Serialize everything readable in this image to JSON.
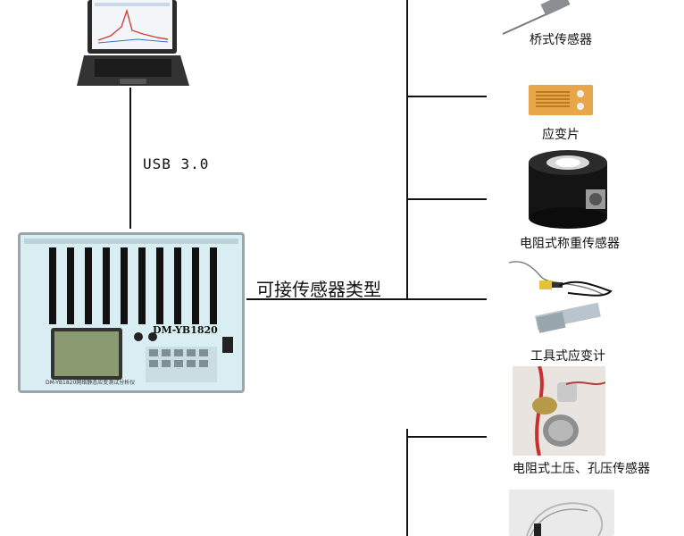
{
  "diagram": {
    "link_label": "USB 3.0",
    "device_model": "DM-YB1820",
    "device_caption": "DM-YB1820网络静态应变测试分析仪",
    "bus_label": "可接传感器类型",
    "sensors": [
      {
        "name": "桥式传感器",
        "icon": "bridge-sensor-icon"
      },
      {
        "name": "应变片",
        "icon": "strain-gauge-icon"
      },
      {
        "name": "电阻式称重传感器",
        "icon": "load-cell-icon"
      },
      {
        "name": "工具式应变计",
        "icon": "tool-strain-meter-icon"
      },
      {
        "name": "电阻式土压、孔压传感器",
        "icon": "earth-pressure-sensor-icon"
      },
      {
        "name": "",
        "icon": "cable-sensor-icon"
      }
    ]
  }
}
